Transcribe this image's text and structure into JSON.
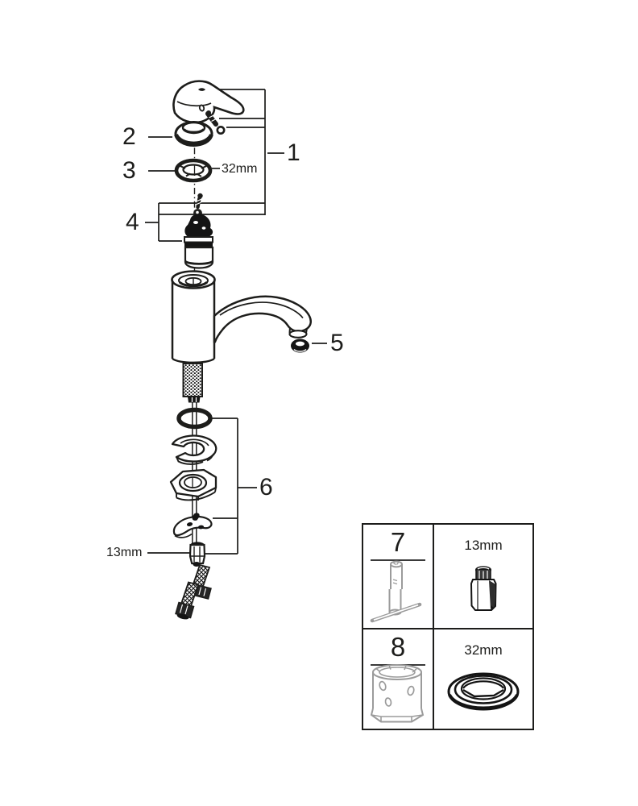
{
  "diagram": {
    "part_labels": {
      "1": "1",
      "2": "2",
      "3": "3",
      "4": "4",
      "5": "5",
      "6": "6"
    },
    "size_callouts": {
      "collar_nut": "32mm",
      "hose_nut": "13mm"
    }
  },
  "toolbox": {
    "cells": [
      {
        "label": "7",
        "icon": "t-bar-socket-wrench-icon"
      },
      {
        "label": "13mm",
        "icon": "socket-adapter-icon"
      },
      {
        "label": "8",
        "icon": "cartridge-socket-tool-icon"
      },
      {
        "label": "32mm",
        "icon": "mounting-ring-nut-icon"
      }
    ]
  },
  "colors": {
    "line": "#1d1d1b",
    "tool_gray": "#9b9b9b",
    "background": "#ffffff"
  }
}
